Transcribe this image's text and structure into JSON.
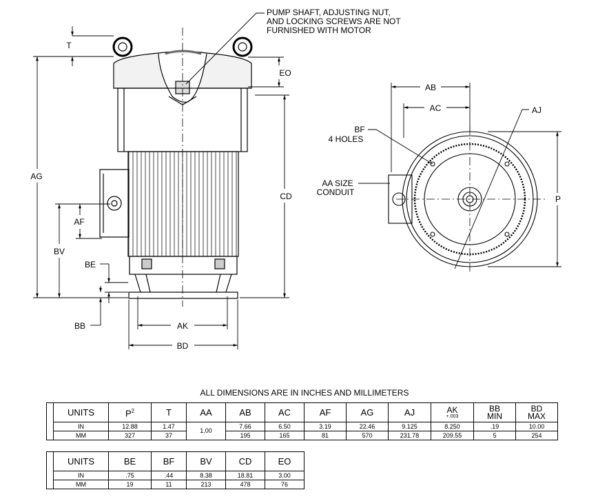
{
  "note": {
    "line1": "PUMP SHAFT, ADJUSTING NUT,",
    "line2": "AND LOCKING SCREWS ARE NOT",
    "line3": "FURNISHED WITH MOTOR"
  },
  "side_labels": {
    "T": "T",
    "EO": "EO",
    "AG": "AG",
    "CD": "CD",
    "AF": "AF",
    "BV": "BV",
    "BE": "BE",
    "BB": "BB",
    "AK": "AK",
    "BD": "BD"
  },
  "top_labels": {
    "AB": "AB",
    "AC": "AC",
    "AJ": "AJ",
    "BF1": "BF",
    "BF2": "4 HOLES",
    "AA1": "AA SIZE",
    "AA2": "CONDUIT",
    "P": "P"
  },
  "heading": "ALL DIMENSIONS ARE IN INCHES AND MILLIMETERS",
  "table1": {
    "units": "UNITS",
    "in": "IN",
    "mm": "MM",
    "P": "P",
    "P_sup": "2",
    "T": "T",
    "AA": "AA",
    "AB": "AB",
    "AC": "AC",
    "AF": "AF",
    "AG": "AG",
    "AJ": "AJ",
    "AK": "AK",
    "AK_tol": "+.003",
    "BB1": "BB",
    "BB2": "MIN",
    "BD1": "BD",
    "BD2": "MAX",
    "in_vals": {
      "P": "12.88",
      "T": "1.47",
      "AA": "1.00",
      "AB": "7.66",
      "AC": "6.50",
      "AF": "3.19",
      "AG": "22.46",
      "AJ": "9.125",
      "AK": "8.250",
      "BB": ".19",
      "BD": "10.00"
    },
    "mm_vals": {
      "P": "327",
      "T": "37",
      "AB": "195",
      "AC": "165",
      "AF": "81",
      "AG": "570",
      "AJ": "231.78",
      "AK": "209.55",
      "BB": "5",
      "BD": "254"
    }
  },
  "table2": {
    "units": "UNITS",
    "in": "IN",
    "mm": "MM",
    "BE": "BE",
    "BF": "BF",
    "BV": "BV",
    "CD": "CD",
    "EO": "EO",
    "in_vals": {
      "BE": ".75",
      "BF": ".44",
      "BV": "8.38",
      "CD": "18.81",
      "EO": "3.00"
    },
    "mm_vals": {
      "BE": "19",
      "BF": "11",
      "BV": "213",
      "CD": "478",
      "EO": "76"
    }
  }
}
